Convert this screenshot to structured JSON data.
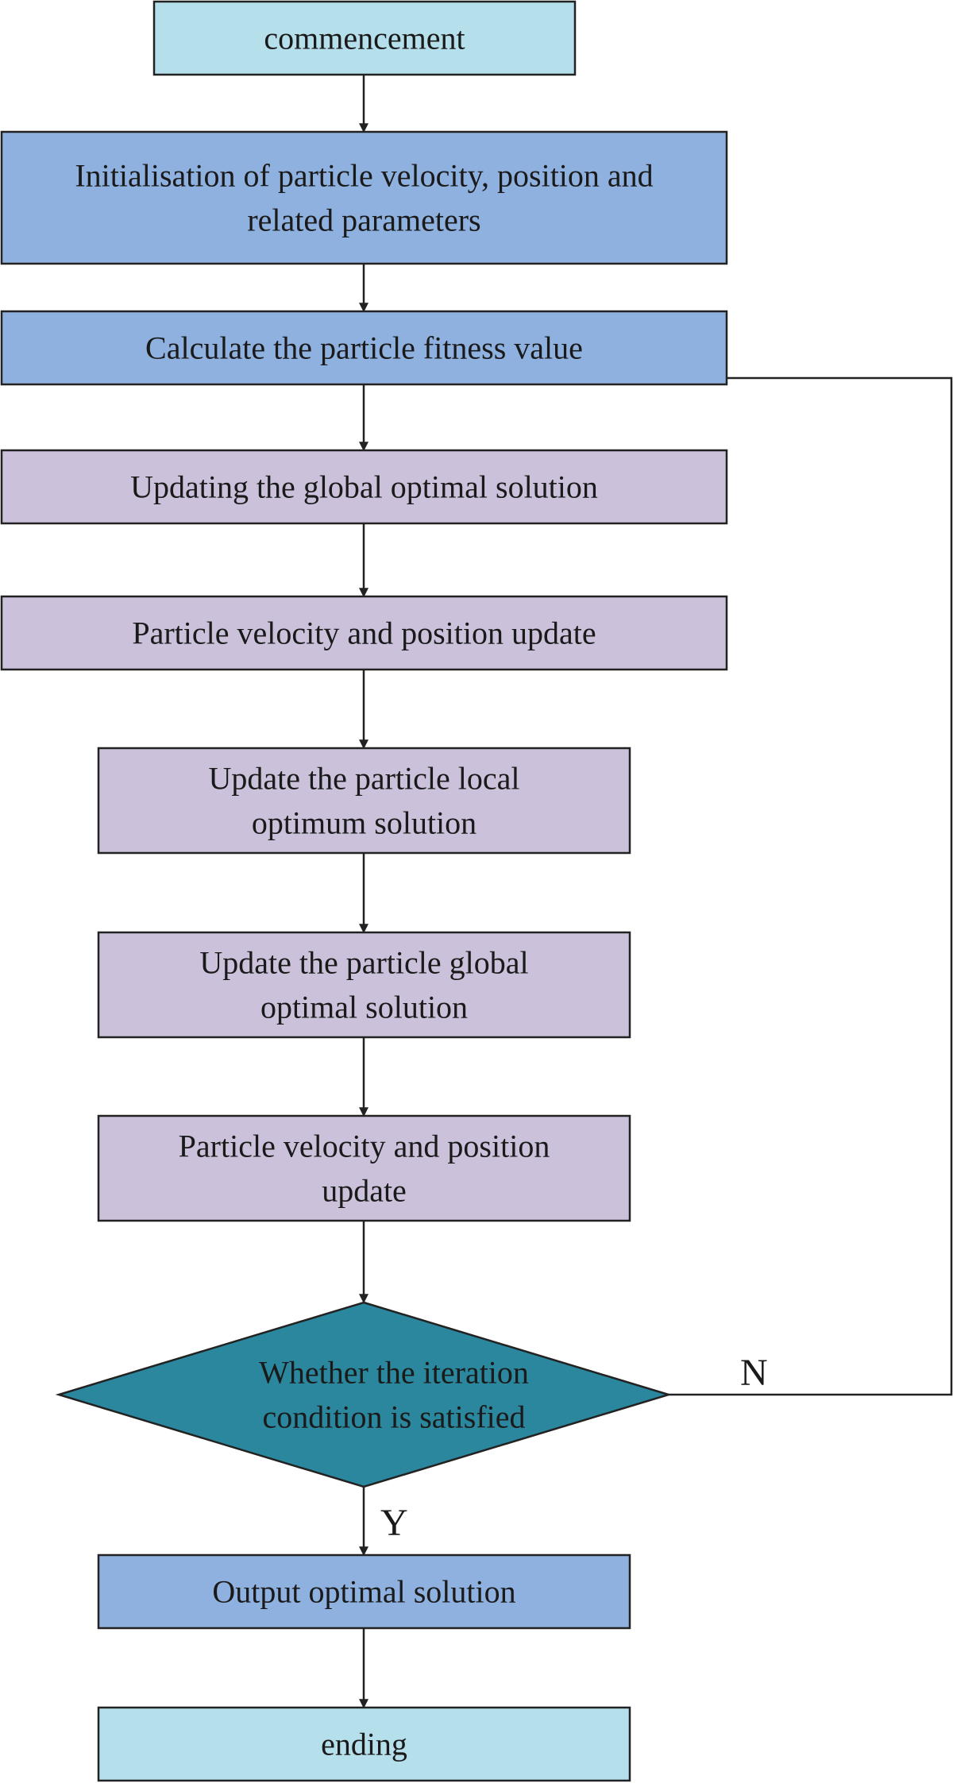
{
  "colors": {
    "terminal_fill": "#b5dfeb",
    "process_blue_fill": "#8fb1df",
    "process_lilac_fill": "#cbc1db",
    "decision_fill": "#2a879d",
    "stroke": "#222222"
  },
  "nodes": [
    {
      "id": "start",
      "kind": "terminal",
      "lines": [
        "commencement"
      ]
    },
    {
      "id": "init",
      "kind": "process-blue",
      "lines": [
        "Initialisation of particle velocity, position and",
        "related parameters"
      ]
    },
    {
      "id": "fitness",
      "kind": "process-blue",
      "lines": [
        "Calculate the particle fitness value"
      ]
    },
    {
      "id": "update-global",
      "kind": "process-lilac",
      "lines": [
        "Updating the global optimal solution"
      ]
    },
    {
      "id": "vel-pos-1",
      "kind": "process-lilac",
      "lines": [
        "Particle velocity and position update"
      ]
    },
    {
      "id": "local-opt",
      "kind": "process-lilac",
      "lines": [
        "Update the particle local",
        "optimum solution"
      ]
    },
    {
      "id": "global-opt",
      "kind": "process-lilac",
      "lines": [
        "Update the particle global",
        "optimal solution"
      ]
    },
    {
      "id": "vel-pos-2",
      "kind": "process-lilac",
      "lines": [
        "Particle velocity and position",
        "update"
      ]
    },
    {
      "id": "decision",
      "kind": "decision",
      "lines": [
        "Whether the iteration",
        "condition is satisfied"
      ]
    },
    {
      "id": "output",
      "kind": "process-blue",
      "lines": [
        "Output optimal solution"
      ]
    },
    {
      "id": "end",
      "kind": "terminal",
      "lines": [
        "ending"
      ]
    }
  ],
  "edges": [
    {
      "from": "start",
      "to": "init"
    },
    {
      "from": "init",
      "to": "fitness"
    },
    {
      "from": "fitness",
      "to": "update-global"
    },
    {
      "from": "update-global",
      "to": "vel-pos-1"
    },
    {
      "from": "vel-pos-1",
      "to": "local-opt"
    },
    {
      "from": "local-opt",
      "to": "global-opt"
    },
    {
      "from": "global-opt",
      "to": "vel-pos-2"
    },
    {
      "from": "vel-pos-2",
      "to": "decision"
    },
    {
      "from": "decision",
      "to": "output",
      "label": "Y"
    },
    {
      "from": "output",
      "to": "end"
    },
    {
      "from": "decision",
      "to": "update-global",
      "label": "N",
      "kind": "loop"
    }
  ]
}
